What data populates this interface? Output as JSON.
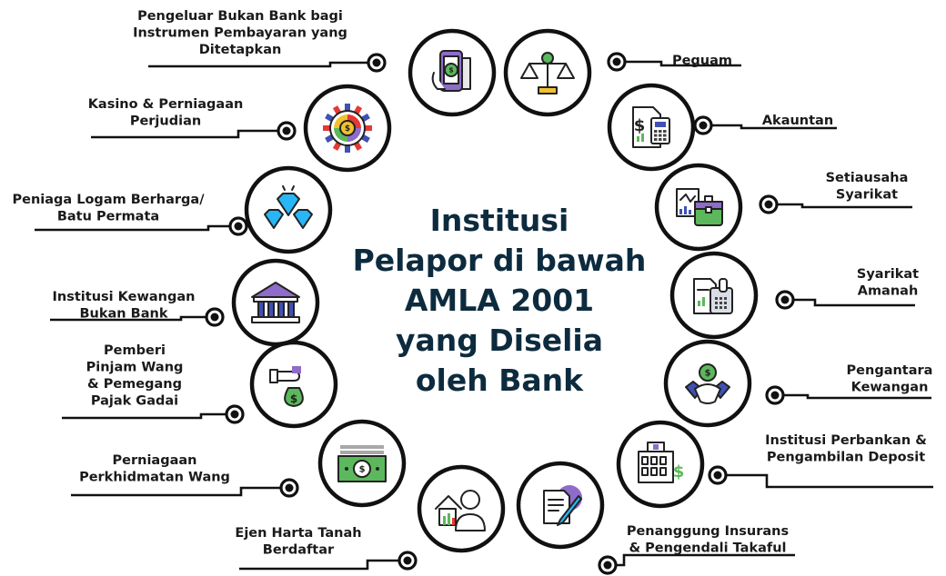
{
  "title_lines": [
    "Institusi",
    "Pelapor di bawah",
    "AMLA 2001",
    "yang Diselia",
    "oleh Bank"
  ],
  "items": [
    {
      "icon": "mobile-payment-icon",
      "lines": [
        "Pengeluar Bukan Bank bagi",
        "Instrumen Pembayaran yang",
        "Ditetapkan"
      ]
    },
    {
      "icon": "scales-of-justice-icon",
      "lines": [
        "Peguam"
      ]
    },
    {
      "icon": "calculator-document-icon",
      "lines": [
        "Akauntan"
      ]
    },
    {
      "icon": "briefcase-chart-icon",
      "lines": [
        "Setiausaha",
        "Syarikat"
      ]
    },
    {
      "icon": "trust-documents-icon",
      "lines": [
        "Syarikat",
        "Amanah"
      ]
    },
    {
      "icon": "handshake-money-icon",
      "lines": [
        "Pengantara",
        "Kewangan"
      ]
    },
    {
      "icon": "bank-building-icon",
      "lines": [
        "Institusi Perbankan &",
        "Pengambilan Deposit"
      ]
    },
    {
      "icon": "insurance-contract-icon",
      "lines": [
        "Penanggung Insurans",
        "& Pengendali Takaful"
      ]
    },
    {
      "icon": "real-estate-agent-icon",
      "lines": [
        "Ejen Harta Tanah",
        "Berdaftar"
      ]
    },
    {
      "icon": "money-bills-icon",
      "lines": [
        "Perniagaan",
        "Perkhidmatan Wang"
      ]
    },
    {
      "icon": "moneylender-hand-icon",
      "lines": [
        "Pemberi",
        "Pinjam Wang",
        "& Pemegang",
        "Pajak Gadai"
      ]
    },
    {
      "icon": "classical-building-icon",
      "lines": [
        "Institusi Kewangan",
        "Bukan Bank"
      ]
    },
    {
      "icon": "diamonds-icon",
      "lines": [
        "Peniaga Logam Berharga/",
        "Batu Permata"
      ]
    },
    {
      "icon": "casino-gear-icon",
      "lines": [
        "Kasino & Perniagaan",
        "Perjudian"
      ]
    }
  ],
  "colors": {
    "title": "#0d2b3e",
    "outline": "#111111",
    "green": "#5cb85c",
    "blue": "#3f51b5",
    "purple": "#8e6cc9",
    "grey": "#a8a8a8",
    "cyan": "#29b6f6",
    "yellow": "#f2c12e",
    "red": "#e53935"
  }
}
